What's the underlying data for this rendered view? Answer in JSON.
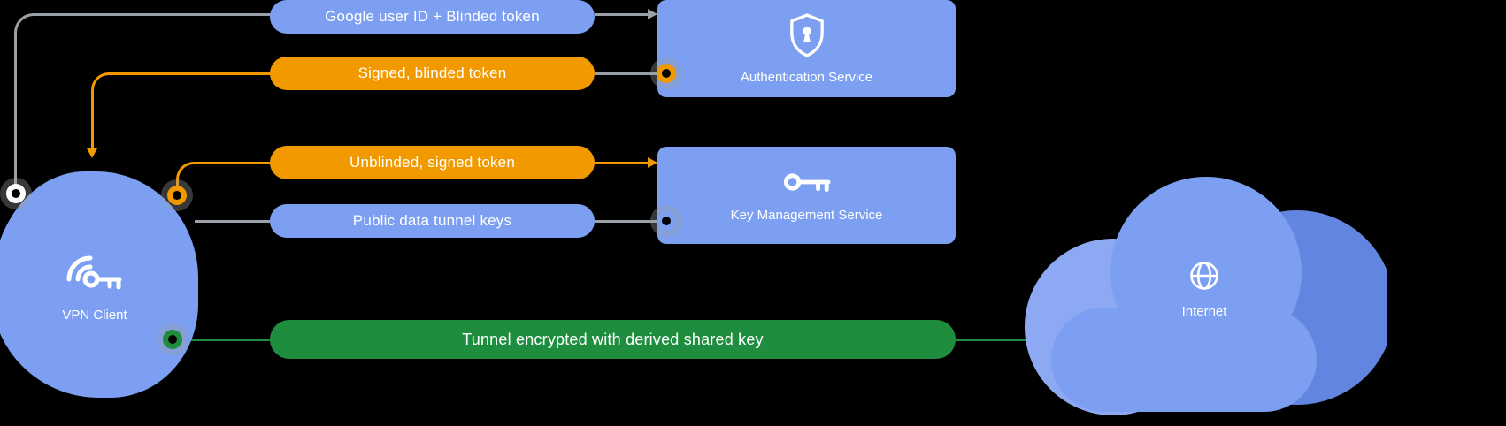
{
  "canvas": {
    "background": "#000000"
  },
  "colors": {
    "node_blue": "#7C9FF2",
    "pill_blue": "#7C9FF2",
    "pill_orange": "#F29900",
    "pill_green": "#1E8E3E",
    "line_gray": "#9AA0A6",
    "line_orange": "#F29900",
    "line_green": "#1E8E3E",
    "cloud_light": "#8DA9F3",
    "cloud_main": "#7C9FF2",
    "cloud_dark": "#6285E0",
    "text": "#FFFFFF"
  },
  "nodes": {
    "vpn_client": {
      "label": "VPN Client",
      "icon": "wifi-key-icon"
    },
    "auth_service": {
      "label": "Authentication Service",
      "icon": "shield-keyhole-icon"
    },
    "key_management": {
      "label": "Key Management Service",
      "icon": "key-icon"
    },
    "internet": {
      "label": "Internet",
      "icon": "globe-icon"
    }
  },
  "messages": [
    {
      "label": "Google user ID + Blinded token",
      "color": "#7C9FF2",
      "from": "vpn_client",
      "to": "auth_service"
    },
    {
      "label": "Signed, blinded token",
      "color": "#F29900",
      "from": "auth_service",
      "to": "vpn_client"
    },
    {
      "label": "Unblinded, signed token",
      "color": "#F29900",
      "from": "vpn_client",
      "to": "key_management"
    },
    {
      "label": "Public data tunnel keys",
      "color": "#7C9FF2",
      "from": "key_management",
      "to": "vpn_client"
    },
    {
      "label": "Tunnel encrypted with derived shared key",
      "color": "#1E8E3E",
      "from": "vpn_client",
      "to": "internet"
    }
  ]
}
